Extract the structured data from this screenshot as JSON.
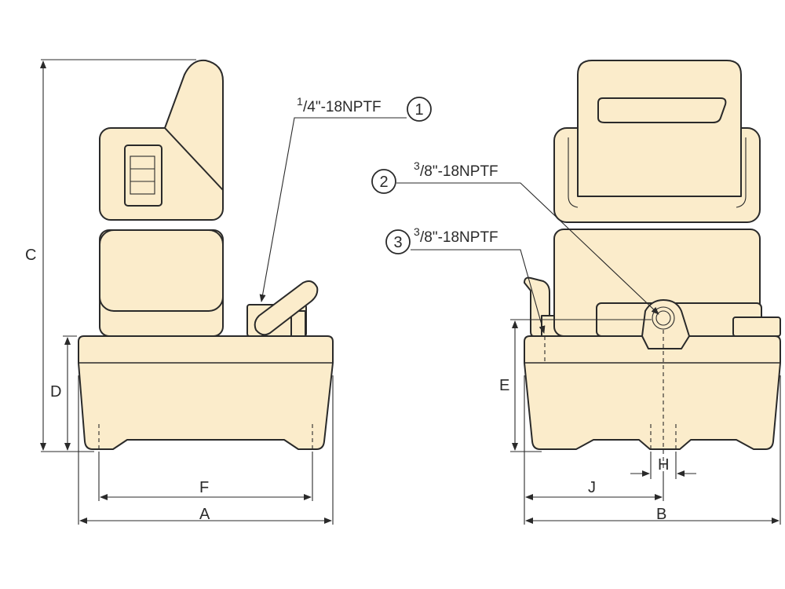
{
  "dimensions": {
    "A": "A",
    "B": "B",
    "C": "C",
    "D": "D",
    "E": "E",
    "F": "F",
    "H": "H",
    "J": "J"
  },
  "ports": [
    {
      "number": "1",
      "fraction_num": "1",
      "thread": "/4\"-18NPTF"
    },
    {
      "number": "2",
      "fraction_num": "3",
      "thread": "/8\"-18NPTF"
    },
    {
      "number": "3",
      "fraction_num": "3",
      "thread": "/8\"-18NPTF"
    }
  ],
  "colors": {
    "body": "#fbeccb",
    "line": "#2a2a2a"
  }
}
